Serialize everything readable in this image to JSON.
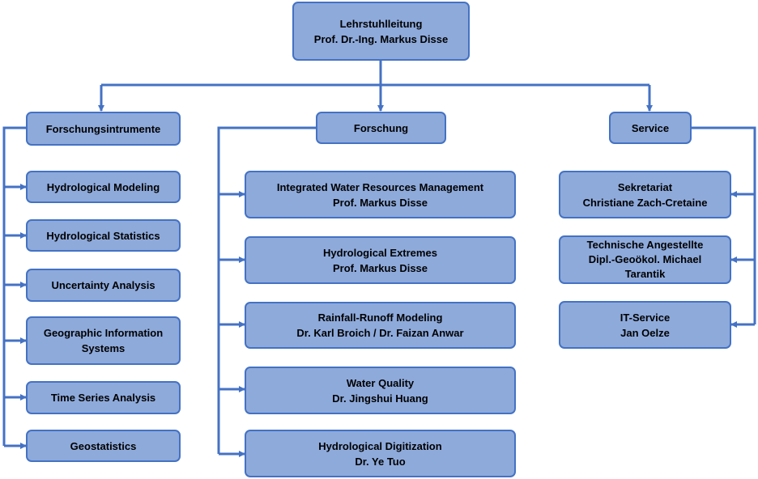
{
  "colors": {
    "box_fill": "#8eaadb",
    "box_border": "#4472c4",
    "connector": "#4472c4"
  },
  "root": {
    "line1": "Lehrstuhlleitung",
    "line2": "Prof. Dr.-Ing. Markus Disse"
  },
  "columns": {
    "forschungsinstrumente": {
      "header": "Forschungsintrumente",
      "items": [
        {
          "line1": "Hydrological Modeling"
        },
        {
          "line1": "Hydrological Statistics"
        },
        {
          "line1": "Uncertainty Analysis"
        },
        {
          "line1": "Geographic Information",
          "line2": "Systems"
        },
        {
          "line1": "Time Series Analysis"
        },
        {
          "line1": "Geostatistics"
        }
      ]
    },
    "forschung": {
      "header": "Forschung",
      "items": [
        {
          "line1": "Integrated Water Resources Management",
          "line2": "Prof. Markus Disse"
        },
        {
          "line1": "Hydrological Extremes",
          "line2": "Prof. Markus Disse"
        },
        {
          "line1": "Rainfall-Runoff Modeling",
          "line2": "Dr. Karl Broich / Dr. Faizan Anwar"
        },
        {
          "line1": "Water Quality",
          "line2": "Dr. Jingshui Huang"
        },
        {
          "line1": "Hydrological Digitization",
          "line2": "Dr. Ye Tuo"
        }
      ]
    },
    "service": {
      "header": "Service",
      "items": [
        {
          "line1": "Sekretariat",
          "line2": "Christiane Zach-Cretaine"
        },
        {
          "line1": "Technische Angestellte",
          "line2": "Dipl.-Geoökol. Michael",
          "line3": "Tarantik"
        },
        {
          "line1": "IT-Service",
          "line2": "Jan Oelze"
        }
      ]
    }
  }
}
